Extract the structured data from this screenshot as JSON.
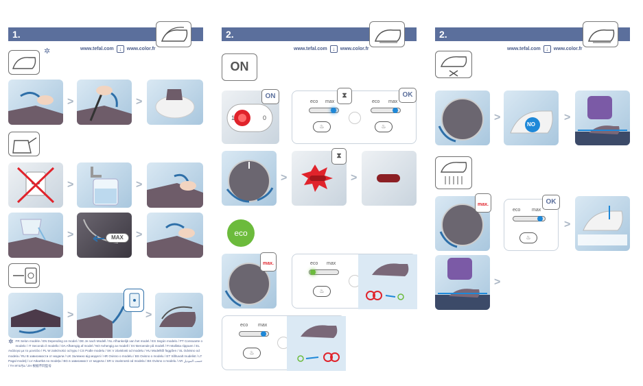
{
  "panels": [
    {
      "header": "1.",
      "url1": "www.tefal.com",
      "url2": "www.color.fr"
    },
    {
      "header": "2.",
      "url1": "www.tefal.com",
      "url2": "www.color.fr"
    },
    {
      "header": "2.",
      "url1": "www.tefal.com",
      "url2": "www.color.fr"
    }
  ],
  "labels": {
    "on_big": "ON",
    "on_tag": "ON",
    "ok_tag": "OK",
    "ok_tag2": "OK",
    "eco_circle": "eco",
    "eco": "eco",
    "max": "max",
    "max_tag": "max.",
    "max_tag2": "max.",
    "max_btn": "MAX",
    "no_badge": "NO",
    "switch_0": "0",
    "switch_1": "1",
    "star": "✲"
  },
  "footnote": "FR Selon modèle / EN Depending on model / DE Je nach Modell / NL Afhankelijk van het model / ES Según modelo / PT Consoante o modelo / IT Secondo il modello / DA Afhængig af model / NO Avhengig av modell / SV Beroende på modell / FI Mallista riippuen / EL Ανάλογα με το μοντέλο / PL W zależności od typu / CS Podle modelu / SK V závislosti od modelu / HU Modelltől függően / SL Odvisno od modela / RU В зависимости от модели / UK Залежно від моделі / HR Ovisno o modelu / BS Ovisno o modelu / ET Sõltuvalt mudelist / LT Pagal modelį / LV Atkarībā no modeļa / BG в зависимост от модела / SR U zavisnosti od modela / BS Ovisno o modelu / AR حسب الموديل / TH ตามรุ่น / ZH 根据不同型号",
  "colors": {
    "header": "#5b6f9c",
    "eco_green": "#6cbb3c",
    "alert_red": "#e0232b",
    "accent_blue": "#1e88d8"
  }
}
